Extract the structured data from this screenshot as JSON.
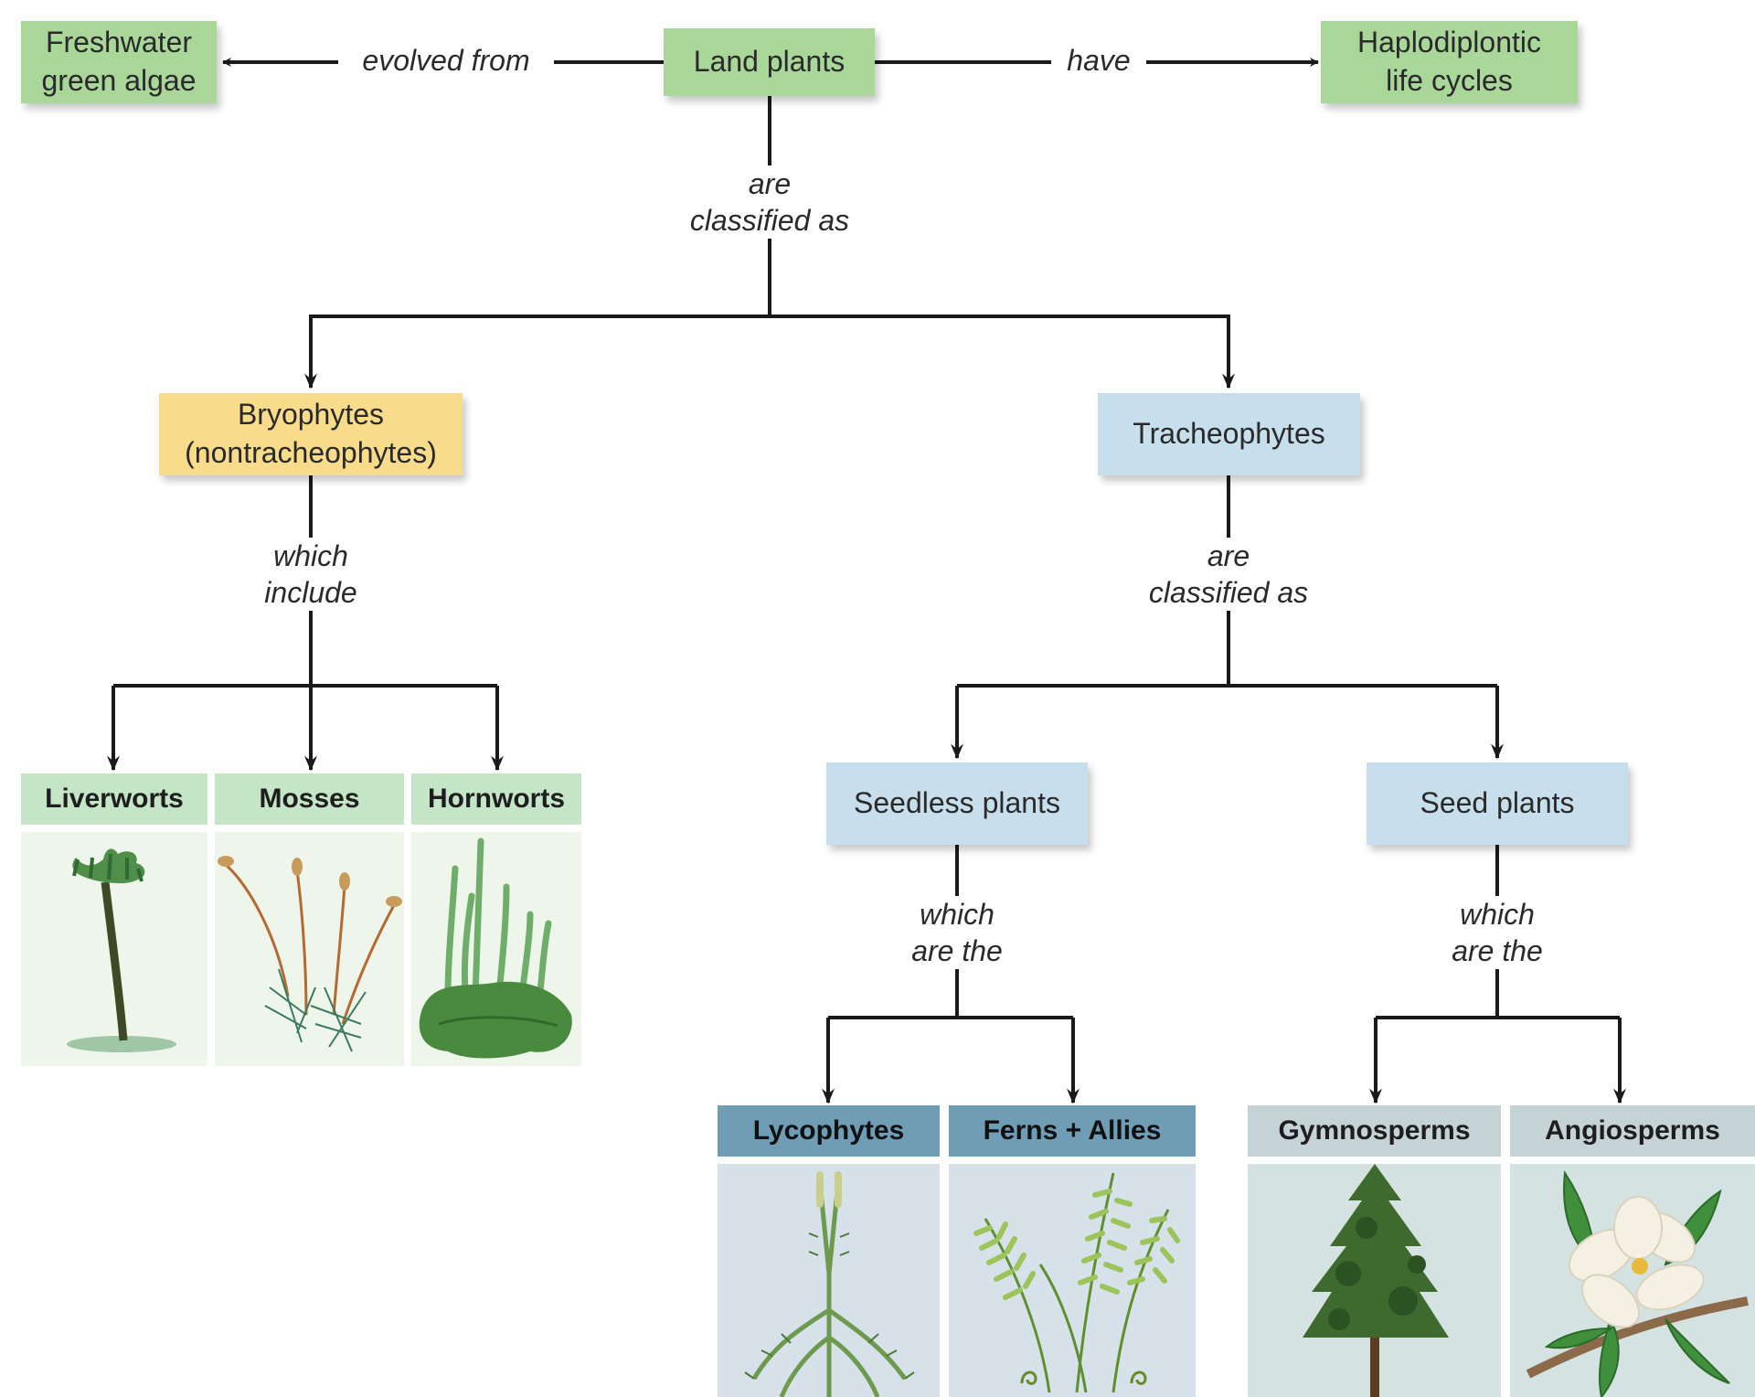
{
  "nodes": {
    "freshwater_algae": "Freshwater\ngreen algae",
    "land_plants": "Land plants",
    "haplodiplontic": "Haplodiplontic\nlife cycles",
    "bryophytes": "Bryophytes\n(nontracheophytes)",
    "tracheophytes": "Tracheophytes",
    "seedless_plants": "Seedless plants",
    "seed_plants": "Seed plants"
  },
  "links": {
    "evolved_from": "evolved from",
    "have": "have",
    "land_classified_as": "are\nclassified as",
    "which_include": "which\ninclude",
    "trach_classified_as": "are\nclassified as",
    "seedless_which_are": "which\nare the",
    "seed_which_are": "which\nare the"
  },
  "groups": {
    "liverworts": "Liverworts",
    "mosses": "Mosses",
    "hornworts": "Hornworts",
    "lycophytes": "Lycophytes",
    "ferns": "Ferns + Allies",
    "gymnosperms": "Gymnosperms",
    "angiosperms": "Angiosperms"
  },
  "colors": {
    "top_box": "#a9d699",
    "bryophyte_box": "#f8dc8c",
    "tracheophyte_box": "#c7dfec",
    "connector": "#1a1a1a"
  }
}
